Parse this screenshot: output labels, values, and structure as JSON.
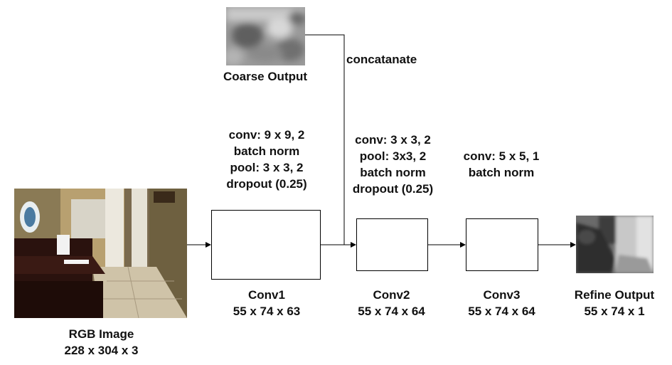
{
  "diagram": {
    "input": {
      "label": "RGB Image",
      "dims": "228 x 304 x 3"
    },
    "coarse": {
      "label": "Coarse Output"
    },
    "concat_label": "concatanate",
    "conv1": {
      "label": "Conv1",
      "dims": "55 x 74 x 63",
      "ops": [
        "conv: 9 x 9, 2",
        "batch norm",
        "pool: 3 x 3, 2",
        "dropout (0.25)"
      ]
    },
    "conv2": {
      "label": "Conv2",
      "dims": "55 x 74 x 64",
      "ops": [
        "conv: 3 x 3, 2",
        "pool: 3x3, 2",
        "batch norm",
        "dropout (0.25)"
      ]
    },
    "conv3": {
      "label": "Conv3",
      "dims": "55 x 74 x 64",
      "ops": [
        "conv: 5 x 5, 1",
        "batch norm"
      ]
    },
    "output": {
      "label": "Refine Output",
      "dims": "55 x 74 x 1"
    }
  }
}
